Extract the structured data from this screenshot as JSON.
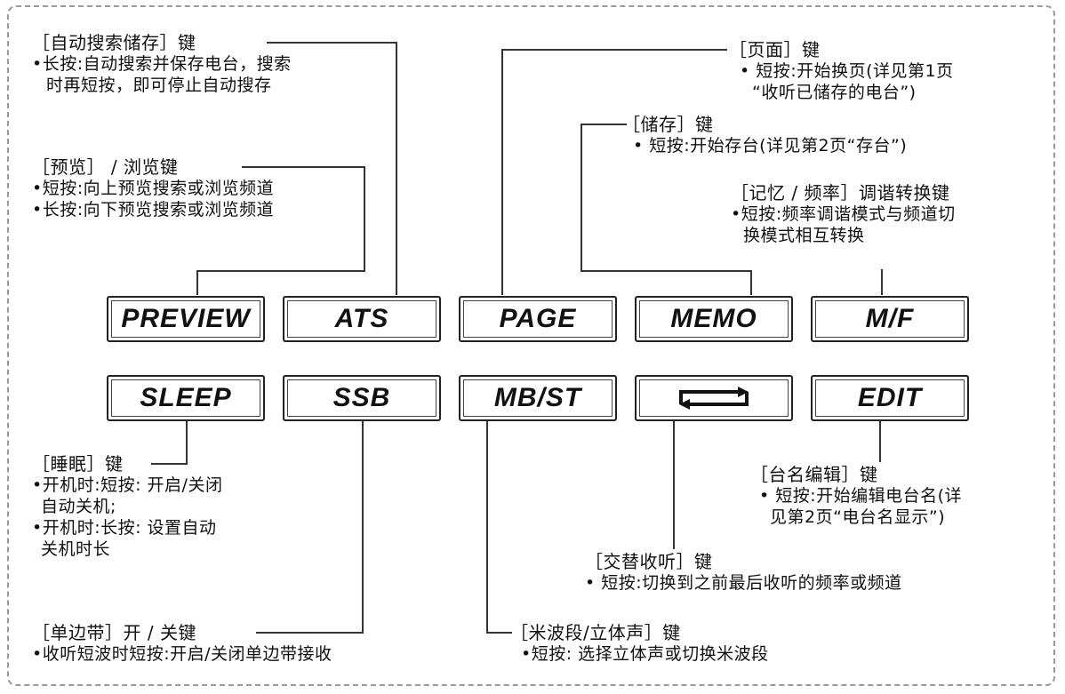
{
  "buttons": {
    "row1": [
      "PREVIEW",
      "ATS",
      "PAGE",
      "MEMO",
      "M/F"
    ],
    "row2": [
      "SLEEP",
      "SSB",
      "MB/ST",
      "swap-arrows-icon",
      "EDIT"
    ]
  },
  "labels": {
    "ats": {
      "title": "［自动搜索储存］键",
      "lines": [
        "•长按:自动搜索并保存电台，搜索",
        "时再短按，即可停止自动搜存"
      ]
    },
    "preview": {
      "title": "［预览］ / 浏览键",
      "lines": [
        "•短按:向上预览搜索或浏览频道",
        "•长按:向下预览搜索或浏览频道"
      ]
    },
    "page": {
      "title": "［页面］键",
      "lines": [
        "• 短按:开始换页(详见第1页",
        "“收听已储存的电台”)"
      ]
    },
    "memo": {
      "title": "［储存］键",
      "lines": [
        "• 短按:开始存台(详见第2页“存台”)"
      ]
    },
    "mf": {
      "title": "［记忆 / 频率］调谐转换键",
      "lines": [
        "•短按:频率调谐模式与频道切",
        "换模式相互转换"
      ]
    },
    "sleep": {
      "title": "［睡眠］键",
      "lines": [
        "•开机时:短按: 开启/关闭",
        "自动关机;",
        "•开机时:长按: 设置自动",
        "关机时长"
      ]
    },
    "ssb": {
      "title": "［单边带］开 / 关键",
      "lines": [
        "•收听短波时短按:开启/关闭单边带接收"
      ]
    },
    "mbst": {
      "title": "［米波段/立体声］键",
      "lines": [
        "•短按: 选择立体声或切换米波段"
      ]
    },
    "swap": {
      "title": "［交替收听］键",
      "lines": [
        "• 短按:切换到之前最后收听的频率或频道"
      ]
    },
    "edit": {
      "title": "［台名编辑］键",
      "lines": [
        "• 短按:开始编辑电台名(详",
        "见第2页“电台名显示”)"
      ]
    }
  }
}
